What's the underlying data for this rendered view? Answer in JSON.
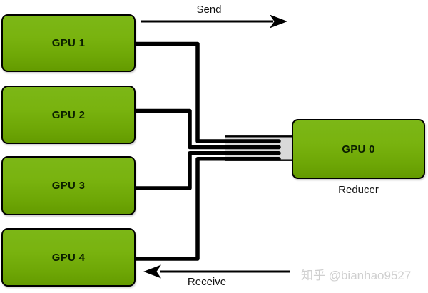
{
  "diagram": {
    "gpus": [
      {
        "label": "GPU 1"
      },
      {
        "label": "GPU 2"
      },
      {
        "label": "GPU 3"
      },
      {
        "label": "GPU 4"
      }
    ],
    "reducer": {
      "gpu_label": "GPU 0",
      "caption": "Reducer"
    },
    "arrows": {
      "send_label": "Send",
      "receive_label": "Receive"
    },
    "watermark": {
      "text": "知乎 @bianhao9527"
    },
    "colors": {
      "gpu_green": "#76b20c",
      "gpu_green_dark": "#649b00",
      "line_black": "#000000",
      "connector_gray": "#d9d9d9",
      "watermark_gray": "#cfcfcf",
      "background": "#ffffff"
    }
  }
}
